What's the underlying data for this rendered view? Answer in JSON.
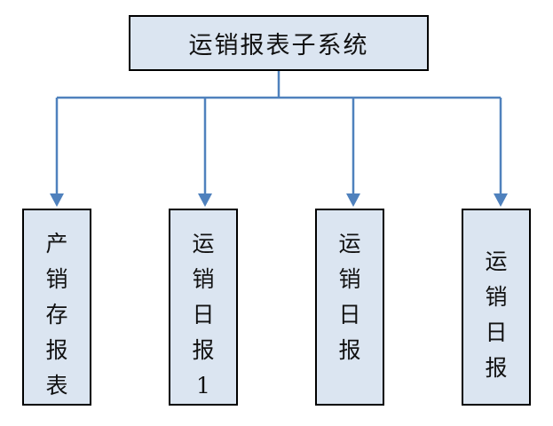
{
  "diagram": {
    "root": {
      "label": "运销报表子系统"
    },
    "children": [
      {
        "label": "产销存报表"
      },
      {
        "label": "运销日报1"
      },
      {
        "label": "运销日报"
      },
      {
        "label": "运销日报"
      }
    ],
    "colors": {
      "box_fill": "#dbe5f1",
      "box_border": "#000000",
      "connector": "#4f81bd"
    }
  }
}
